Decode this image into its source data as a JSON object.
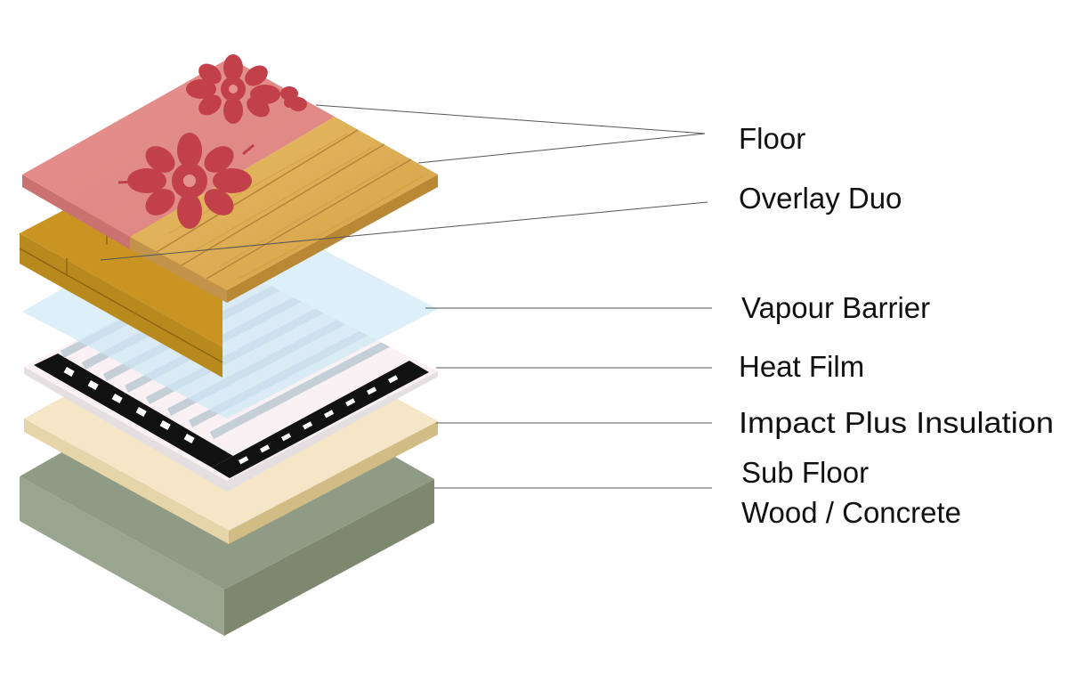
{
  "labels": {
    "floor": "Floor",
    "overlay": "Overlay Duo",
    "vapour": "Vapour Barrier",
    "heat_film": "Heat Film",
    "insulation": "Impact Plus Insulation",
    "subfloor_line1": "Sub Floor",
    "subfloor_line2": "Wood / Concrete"
  },
  "colors": {
    "subfloor_top": "#8f9a84",
    "subfloor_left": "#9aa58f",
    "subfloor_right": "#7c876f",
    "insulation_top": "#f4e7c8",
    "insulation_side": "#d8c391",
    "heatfilm_base": "#fbf3f5",
    "heatfilm_dark": "#111111",
    "vapour": "#d7ecf7",
    "overlay_top": "#c9951e",
    "overlay_side": "#a8781a",
    "wood_top": "#dcae57",
    "wood_side": "#b98835",
    "pink_floor": "#e08a86",
    "pink_side": "#c76f6d",
    "flower": "#c23f45",
    "leader_line": "#555555"
  },
  "icons": [
    "flower-pattern",
    "wood-grain"
  ]
}
